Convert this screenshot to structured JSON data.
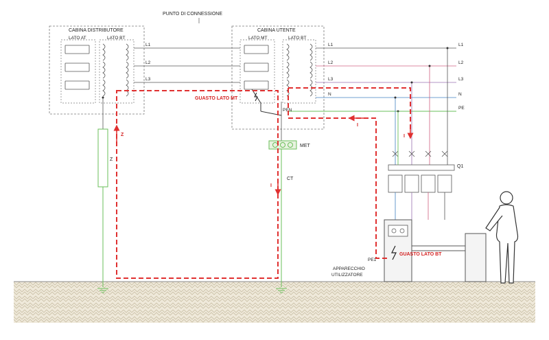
{
  "labels": {
    "punto_connessione": "PUNTO DI CONNESSIONE",
    "cabina_distributore": "CABINA DISTRIBUTORE",
    "cabina_utente": "CABINA UTENTE",
    "lato_at_1": "LATO AT",
    "lato_bt_1": "LATO BT",
    "lato_mt": "LATO MT",
    "lato_bt_2": "LATO BT",
    "guasto_lato_mt": "GUASTO LATO MT",
    "guasto_lato_bt": "GUASTO LATO BT",
    "met": "MET",
    "ct": "CT",
    "z": "Z",
    "pen": "PEN",
    "pe1": "PE1",
    "q1": "Q1",
    "apparecchio_line1": "APPARECCHIO",
    "apparecchio_line2": "UTILIZZATORE",
    "arrow_labels": {
      "z_arrow": "Z",
      "i_ct": "I",
      "i_bt": "I",
      "i_right": "I"
    }
  },
  "conductors": [
    "L1",
    "L2",
    "L3",
    "N",
    "PE"
  ],
  "conductors_distributore": [
    "L1",
    "L2",
    "L3"
  ],
  "conductors_utente": [
    "L1",
    "L2",
    "L3",
    "N"
  ],
  "colors": {
    "line": "#555555",
    "fault_path": "#e03030",
    "earth": "#6abf5a",
    "l2_pink": "#d06080",
    "l3_purple": "#9a70b0",
    "n_blue": "#4080c0",
    "ground_fill": "#efe9da"
  }
}
